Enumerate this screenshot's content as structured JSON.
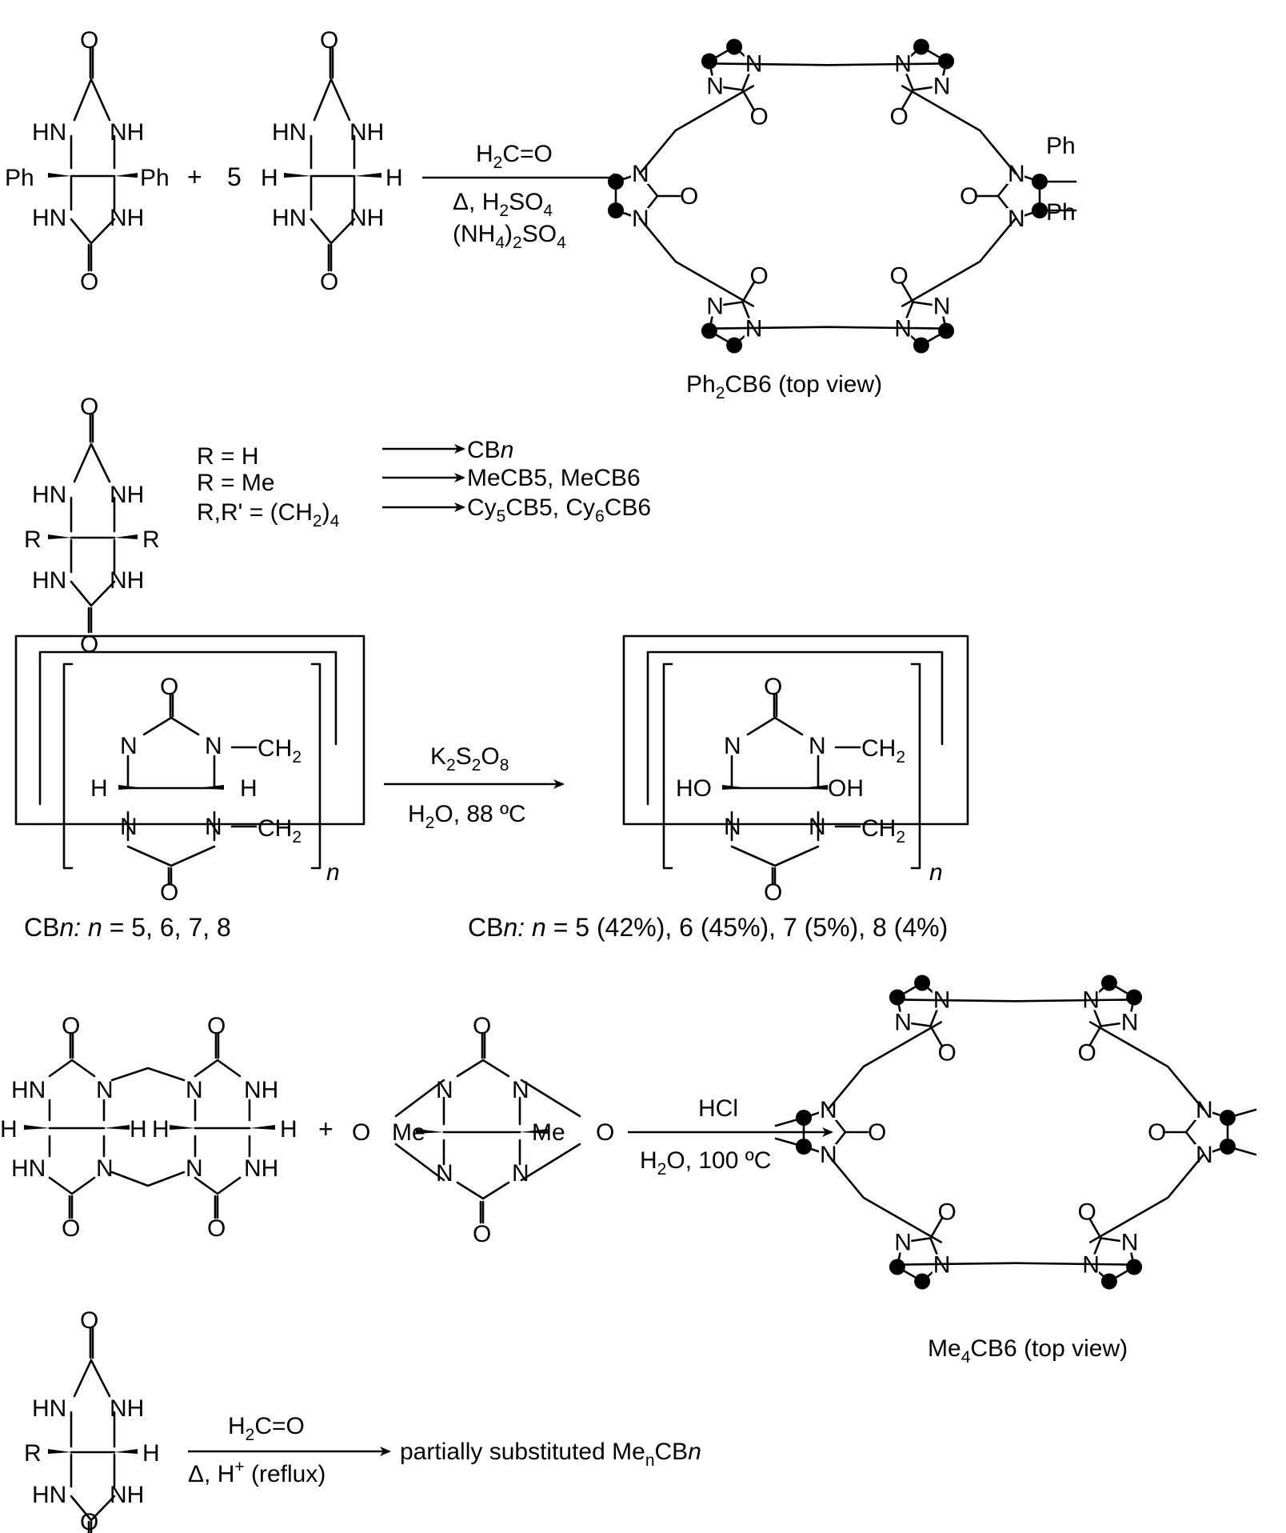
{
  "scheme1": {
    "reactant1": {
      "atoms": [
        "O",
        "HN",
        "NH",
        "Ph",
        "Ph",
        "HN",
        "NH",
        "O"
      ]
    },
    "plus": "+",
    "coefficient": "5",
    "reactant2": {
      "atoms": [
        "O",
        "HN",
        "NH",
        "H",
        "H",
        "HN",
        "NH",
        "O"
      ]
    },
    "reagent_top_prefix": "H",
    "reagent_top_sub": "2",
    "reagent_top_suffix": "C=O",
    "reagent_line2_a": "Δ, H",
    "reagent_line2_sub1": "2",
    "reagent_line2_b": "SO",
    "reagent_line2_sub2": "4",
    "reagent_line3_a": "(NH",
    "reagent_line3_sub1": "4",
    "reagent_line3_b": ")",
    "reagent_line3_sub2": "2",
    "reagent_line3_c": "SO",
    "reagent_line3_sub3": "4",
    "product_label_a": "Ph",
    "product_label_sub": "2",
    "product_label_b": "CB6 (top view)",
    "product_substituents": [
      "Ph",
      "Ph"
    ]
  },
  "scheme2": {
    "atoms": [
      "O",
      "HN",
      "NH",
      "R",
      "R",
      "HN",
      "NH",
      "O"
    ],
    "conditions": [
      {
        "left": "R = H",
        "product_a": "CB",
        "product_italic": "n",
        "product_b": ""
      },
      {
        "left": "R = Me",
        "product_a": "MeCB5, MeCB6",
        "product_italic": "",
        "product_b": ""
      },
      {
        "left_a": "R,R' = (CH",
        "left_sub": "2",
        "left_b": ")",
        "left_sub2": "4"
      }
    ],
    "product3_a": "Cy",
    "product3_sub1": "5",
    "product3_b": "CB5, Cy",
    "product3_sub2": "6",
    "product3_c": "CB6"
  },
  "scheme3": {
    "left_atoms": [
      "O",
      "N",
      "N",
      "CH",
      "2",
      "H",
      "H",
      "N",
      "N",
      "CH",
      "2",
      "O"
    ],
    "n_label": "n",
    "reagent_top_a": "K",
    "reagent_top_s1": "2",
    "reagent_top_b": "S",
    "reagent_top_s2": "2",
    "reagent_top_c": "O",
    "reagent_top_s3": "8",
    "reagent_bottom": "H",
    "reagent_bottom_sub": "2",
    "reagent_bottom_b": "O, 88 ºC",
    "right_atoms": [
      "O",
      "N",
      "N",
      "CH",
      "2",
      "HO",
      "OH",
      "N",
      "N",
      "CH",
      "2",
      "O"
    ],
    "left_caption_a": "CB",
    "left_caption_italic": "n:",
    "left_caption_n": "n",
    "left_caption_b": " = 5, 6, 7, 8",
    "right_caption_a": "CB",
    "right_caption_italic": "n:",
    "right_caption_n": "n",
    "right_caption_b": " = 5 (42%), 6 (45%), 7 (5%), 8 (4%)"
  },
  "scheme4": {
    "reactant1_atoms": [
      "O",
      "O",
      "HN",
      "N",
      "N",
      "NH",
      "H",
      "H",
      "H",
      "H",
      "HN",
      "N",
      "N",
      "NH",
      "O",
      "O"
    ],
    "plus": "+",
    "reactant2_atoms": [
      "O",
      "N",
      "N",
      "O",
      "Me",
      "Me",
      "O",
      "N",
      "N",
      "O"
    ],
    "reagent_top": "HCl",
    "reagent_bottom_a": "H",
    "reagent_bottom_sub": "2",
    "reagent_bottom_b": "O, 100 ºC",
    "product_label_a": "Me",
    "product_label_sub": "4",
    "product_label_b": "CB6 (top view)"
  },
  "scheme5": {
    "atoms": [
      "O",
      "HN",
      "NH",
      "R",
      "H",
      "HN",
      "NH",
      "O"
    ],
    "reagent_top_a": "H",
    "reagent_top_sub": "2",
    "reagent_top_b": "C=O",
    "reagent_bottom_a": "Δ, H",
    "reagent_bottom_sup": "+",
    "reagent_bottom_b": " (reflux)",
    "product_a": "partially substituted Me",
    "product_sub1": "n",
    "product_b": "CB",
    "product_italic": "n"
  }
}
